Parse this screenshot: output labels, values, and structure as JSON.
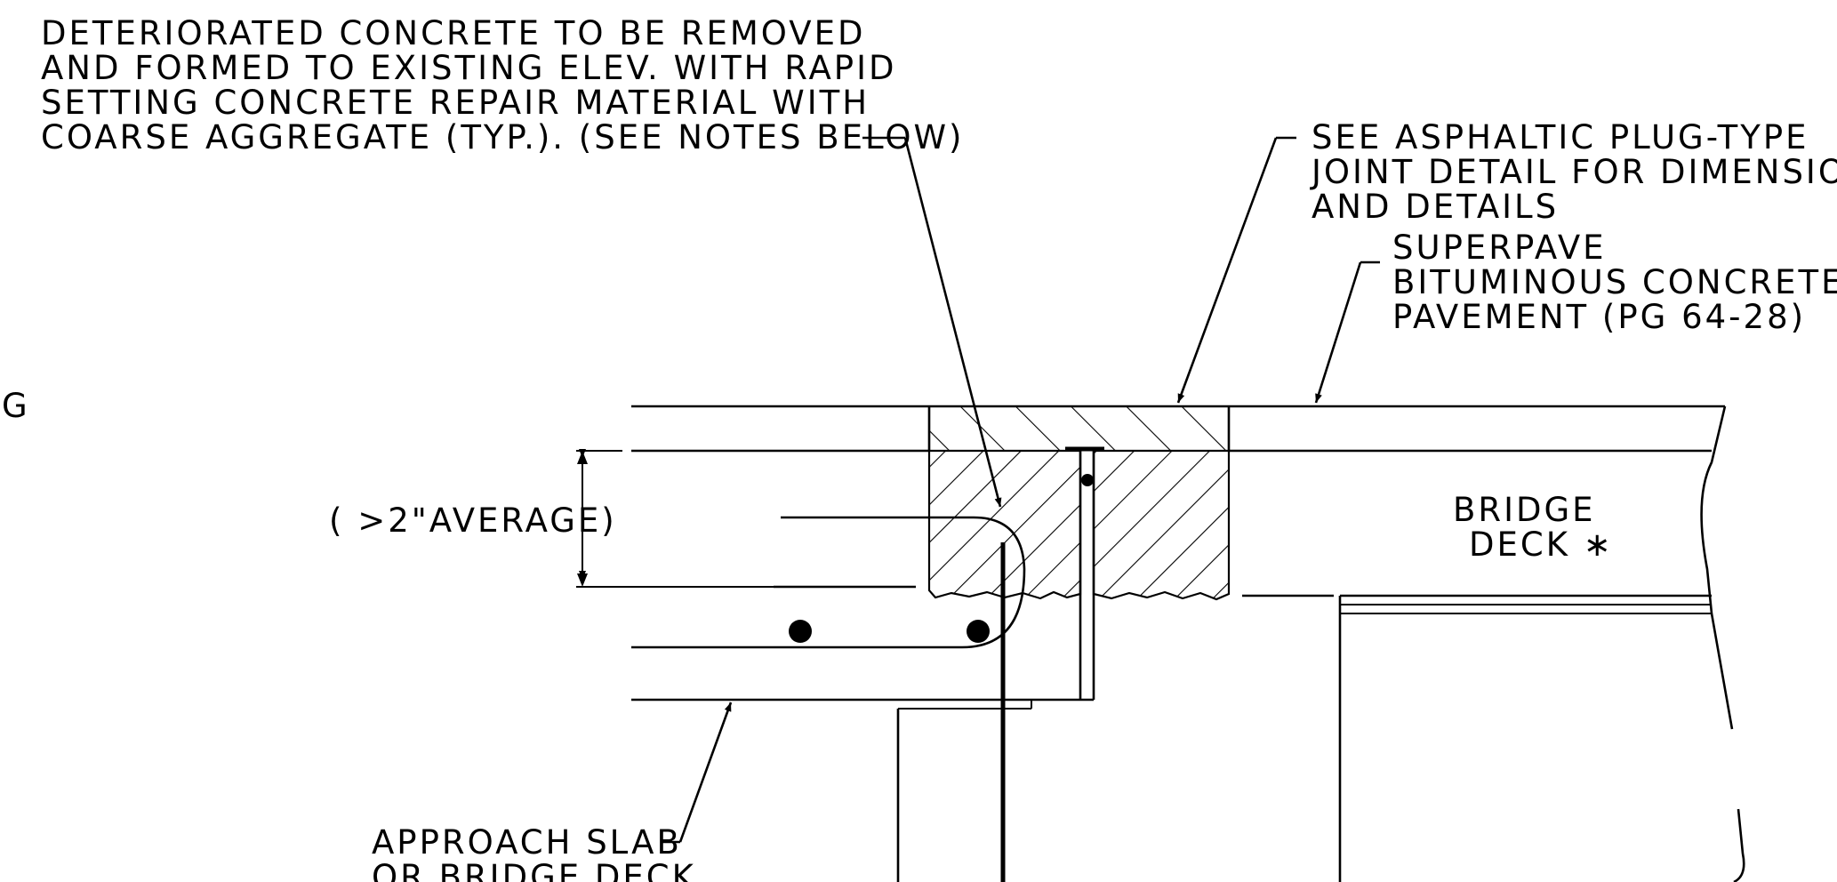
{
  "notes": {
    "deteriorated": [
      "DETERIORATED CONCRETE TO BE REMOVED",
      "AND FORMED TO EXISTING ELEV. WITH RAPID",
      "SETTING CONCRETE REPAIR MATERIAL WITH",
      "COARSE AGGREGATE (TYP.). (SEE NOTES BELOW)"
    ],
    "plug_joint": [
      "SEE ASPHALTIC PLUG-TYPE",
      "JOINT DETAIL FOR DIMENSIONS",
      "AND DETAILS"
    ],
    "superpave": [
      "SUPERPAVE",
      "BITUMINOUS CONCRETE",
      "PAVEMENT (PG 64-28)"
    ],
    "average": "( >2\"AVERAGE)",
    "bridge_deck": [
      "BRIDGE",
      "DECK ∗"
    ],
    "approach_slab": [
      "APPROACH SLAB",
      "OR BRIDGE DECK"
    ],
    "left_fragment": "G"
  }
}
